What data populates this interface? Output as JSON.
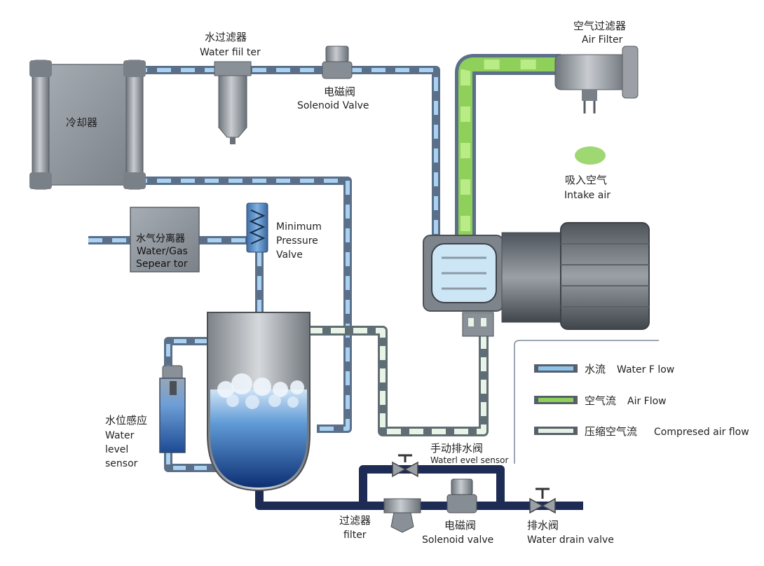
{
  "labels": {
    "cooler_cn": "冷却器",
    "water_filter_cn": "水过滤器",
    "water_filter_en": "Water fiil ter",
    "solenoid_top_cn": "电磁阀",
    "solenoid_top_en": "Solenoid Valve",
    "air_filter_cn": "空气过滤器",
    "air_filter_en": "Air Filter",
    "intake_cn": "吸入空气",
    "intake_en": "Intake air",
    "separator_cn": "水气分离器",
    "separator_en1": "Water/Gas",
    "separator_en2": "Sepear tor",
    "min_pressure_en1": "Minimum",
    "min_pressure_en2": "Pressure",
    "min_pressure_en3": "Valve",
    "level_sensor_cn": "水位感应",
    "level_sensor_en1": "Water",
    "level_sensor_en2": "level",
    "level_sensor_en3": "sensor",
    "manual_drain_cn": "手动排水阀",
    "manual_drain_en": "Waterl evel sensor",
    "filter_cn": "过滤器",
    "filter_en": "filter",
    "solenoid_bottom_cn": "电磁阀",
    "solenoid_bottom_en": "Solenoid valve",
    "drain_valve_cn": "排水阀",
    "drain_valve_en": "Water drain valve"
  },
  "legend": [
    {
      "cn": "水流",
      "en": "Water F low",
      "color": "#8ec3ea"
    },
    {
      "cn": "空气流",
      "en": "Air Flow",
      "color": "#8ed05a"
    },
    {
      "cn": "压缩空气流",
      "en": "Compresed air flow",
      "color": "#e4f0e2"
    }
  ],
  "colors": {
    "water": "#8ec3ea",
    "air": "#8ed05a",
    "compressed": "#e4f0e2",
    "pipe_dark": "#5a6f8c",
    "pipe_navy": "#1e2b55",
    "metal": "#8c9198"
  }
}
